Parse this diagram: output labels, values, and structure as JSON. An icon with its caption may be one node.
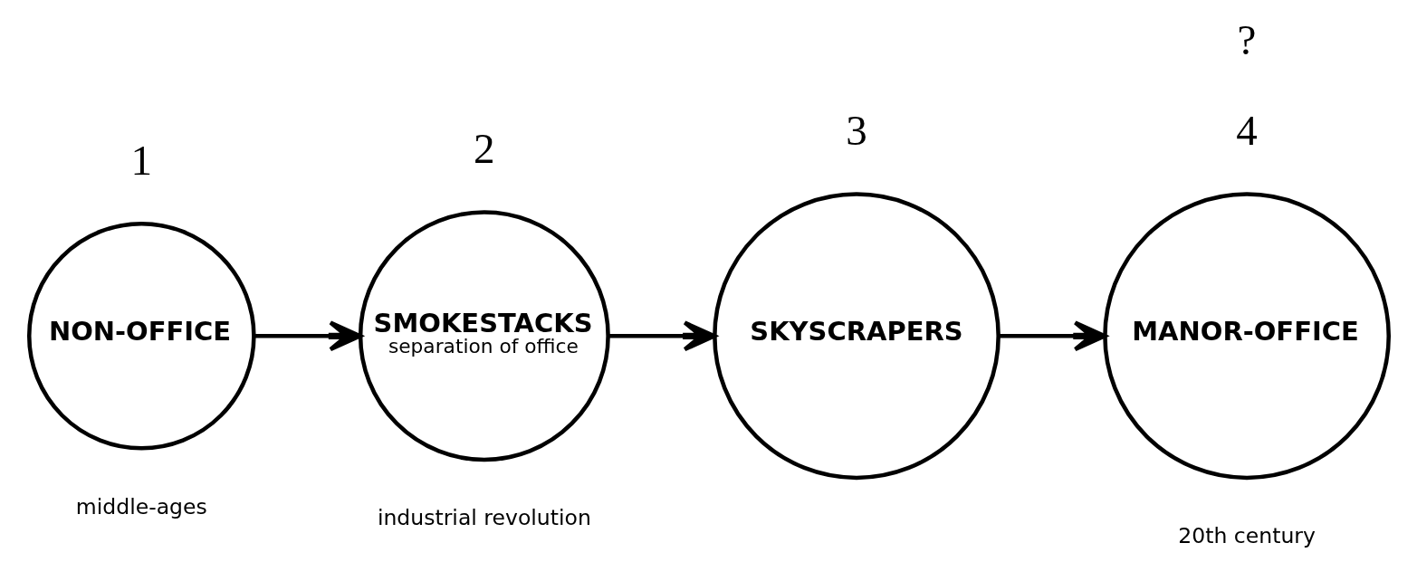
{
  "diagram": {
    "nodes": [
      {
        "text": [
          "NON-OFFICE"
        ],
        "beside": [
          "middle-ages"
        ]
      },
      {
        "text": [
          "SMOKESTACKS",
          "separation of office"
        ],
        "beside": [
          "industrial revolution"
        ]
      },
      {
        "text": [
          "SKYSCRAPERS"
        ]
      },
      {
        "text": [
          "MANOR-OFFICE"
        ]
      }
    ],
    "edges": [
      {
        "from": 0,
        "to": 1,
        "arrow": "to"
      },
      {
        "from": 1,
        "to": 2,
        "arrow": "to"
      },
      {
        "from": 2,
        "to": 3,
        "arrow": "to"
      }
    ],
    "labels": [
      "1",
      "2",
      "3",
      "?",
      "4",
      "20th century"
    ]
  }
}
